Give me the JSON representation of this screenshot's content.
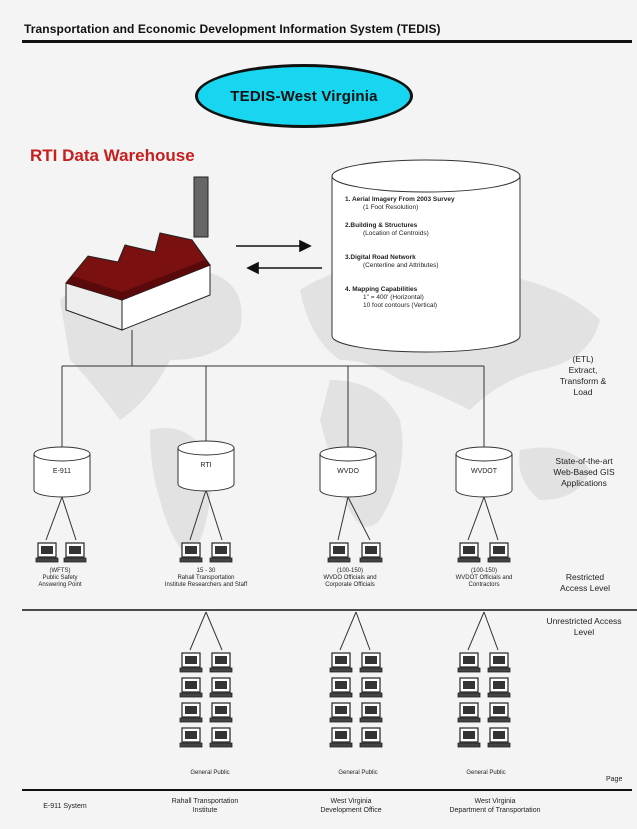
{
  "header": {
    "title": "Transportation and Economic Development Information System (TEDIS)"
  },
  "banner": {
    "label": "TEDIS-West Virginia"
  },
  "warehouse": {
    "title": "RTI Data Warehouse"
  },
  "cylinder_items": [
    {
      "title": "1. Aerial Imagery From 2003 Survey",
      "sub": "(1 Foot Resolution)"
    },
    {
      "title": "2.Building & Structures",
      "sub": "(Location of Centroids)"
    },
    {
      "title": "3.Digital Road Network",
      "sub": "(Centerline and Attributes)"
    },
    {
      "title": "4. Mapping Capabilities",
      "sub": "1\" = 400' (Horizontal)",
      "sub2": "10 foot contours (Vertical)"
    }
  ],
  "side_labels": {
    "etl": "(ETL)\nExtract,\nTransform &\nLoad",
    "apps": "State-of-the-art\nWeb-Based GIS\nApplications",
    "restricted": "Restricted\nAccess Level",
    "unrestricted": "Unrestricted Access\nLevel"
  },
  "databases": [
    {
      "label": "E-911"
    },
    {
      "label": "RTI"
    },
    {
      "label": "WVDO"
    },
    {
      "label": "WVDOT"
    }
  ],
  "restricted_captions": [
    "(WFTS)\nPublic Safety\nAnswering Point",
    "15 - 30\nRahall Transportation\nInstitute Researchers and Staff",
    "(100-150)\nWVDO Officials and\nCorporate Officials",
    "(100-150)\nWVDOT Officials and\nContractors"
  ],
  "public_captions": [
    "General Public",
    "General Public",
    "General Public"
  ],
  "footer": [
    "E-911 System",
    "Rahall Transportation\nInstitute",
    "West Virginia\nDevelopment Office",
    "West Virginia\nDepartment of Transportation"
  ],
  "page": {
    "label": "Page"
  },
  "colors": {
    "banner": "#18d6f0",
    "title_red": "#c71f1f",
    "roof": "#7a1010"
  }
}
